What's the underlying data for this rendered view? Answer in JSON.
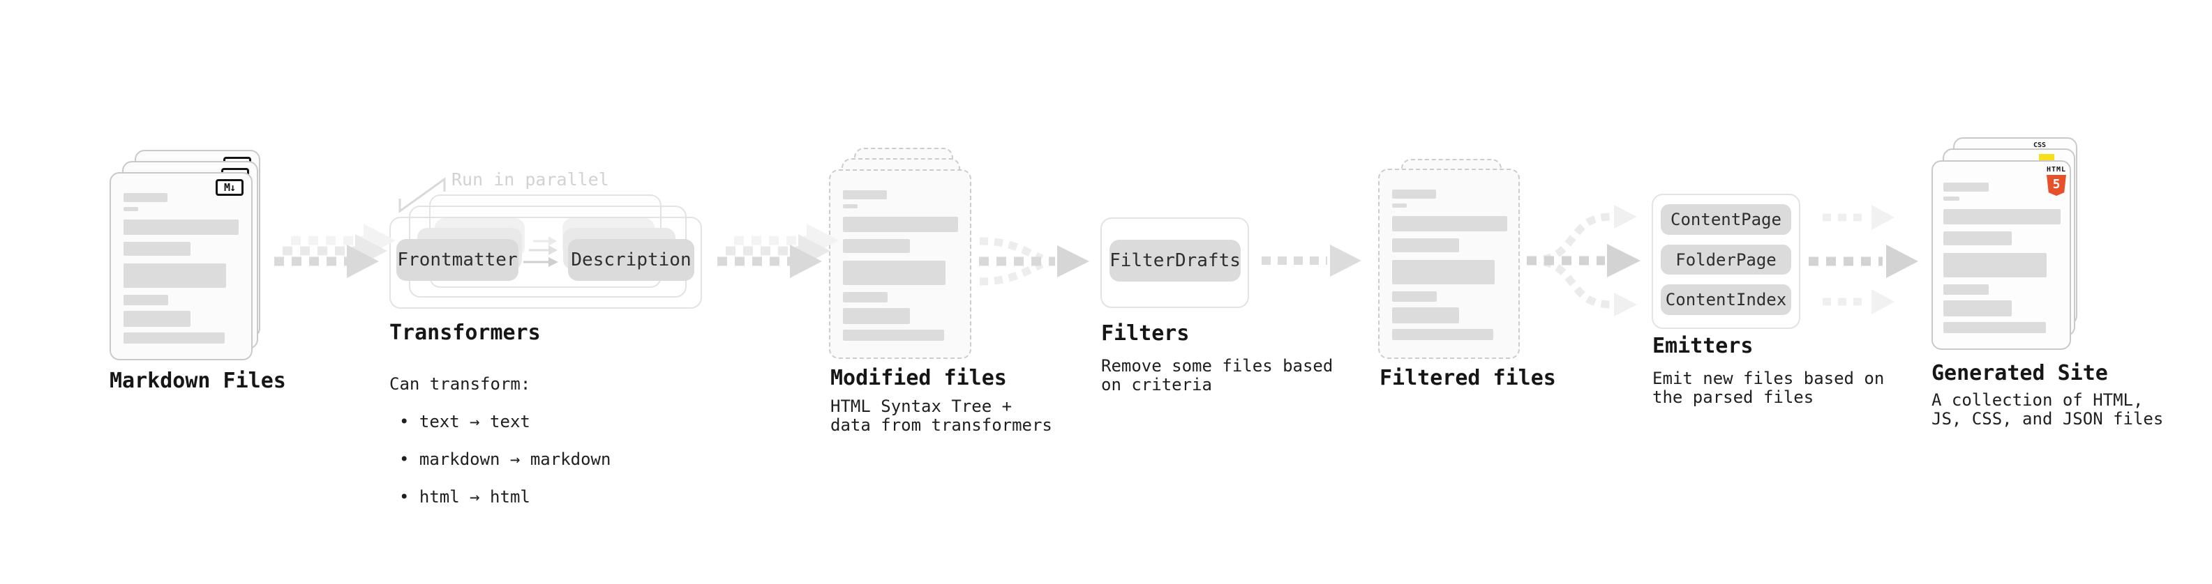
{
  "stages": {
    "markdown_files": {
      "label": "Markdown Files",
      "badge": "M↓"
    },
    "transformers": {
      "label": "Transformers",
      "note": "Run in parallel",
      "source_box": "Frontmatter",
      "target_box": "Description",
      "desc_title": "Can transform:",
      "bullets": [
        "• text → text",
        "• markdown → markdown",
        "• html → html"
      ]
    },
    "modified_files": {
      "label": "Modified files",
      "description": "HTML Syntax Tree +\ndata from transformers"
    },
    "filters": {
      "label": "Filters",
      "filter_box": "FilterDrafts",
      "description": "Remove some files based\non criteria"
    },
    "filtered_files": {
      "label": "Filtered files"
    },
    "emitters": {
      "label": "Emitters",
      "emitter_boxes": [
        "ContentPage",
        "FolderPage",
        "ContentIndex"
      ],
      "description": "Emit new files based on\nthe parsed files"
    },
    "generated_site": {
      "label": "Generated Site",
      "description": "A collection of HTML,\nJS, CSS, and JSON files",
      "html5_badge_caption": "HTML",
      "html5_badge_number": "5",
      "css_badge": "CSS"
    }
  },
  "colors": {
    "accent_html5": "#e8502a",
    "accent_js": "#f7df1e",
    "accent_css": "#3b6ef6",
    "box_fill": "#dbdbdb",
    "skeleton_bar_fill": "#dcdcdc",
    "arrow_gray": "#d9d9d9"
  }
}
